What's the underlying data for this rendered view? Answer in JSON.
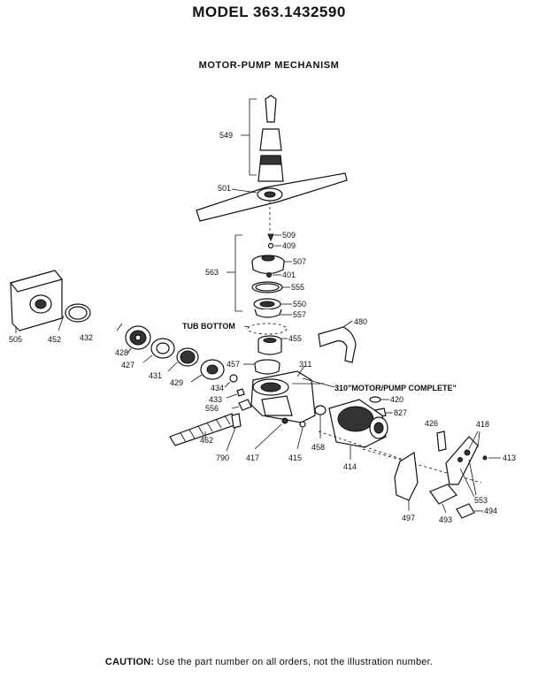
{
  "header": {
    "model_title": "MODEL 363.1432590",
    "section_title": "MOTOR-PUMP MECHANISM"
  },
  "labels": {
    "tub_bottom": "TUB BOTTOM",
    "motor_pump_complete": "310\"MOTOR/PUMP COMPLETE\""
  },
  "parts": {
    "p549": "549",
    "p501": "501",
    "p509": "509",
    "p409": "409",
    "p563": "563",
    "p507": "507",
    "p401": "401",
    "p555": "555",
    "p550": "550",
    "p557": "557",
    "p480": "480",
    "p455": "455",
    "p505": "505",
    "p452": "452",
    "p432": "432",
    "p428": "428",
    "p427": "427",
    "p431": "431",
    "p429": "429",
    "p434": "434",
    "p457": "457",
    "p311": "311",
    "p433": "433",
    "p420": "420",
    "p827": "827",
    "p556": "556",
    "p462": "462",
    "p790": "790",
    "p417": "417",
    "p415": "415",
    "p458": "458",
    "p414": "414",
    "p426": "426",
    "p418": "418",
    "p413": "413",
    "p553": "553",
    "p497": "497",
    "p493": "493",
    "p494": "494"
  },
  "footer": {
    "caution_label": "CAUTION:",
    "caution_text": " Use the part number on all orders, not the illustration number."
  }
}
